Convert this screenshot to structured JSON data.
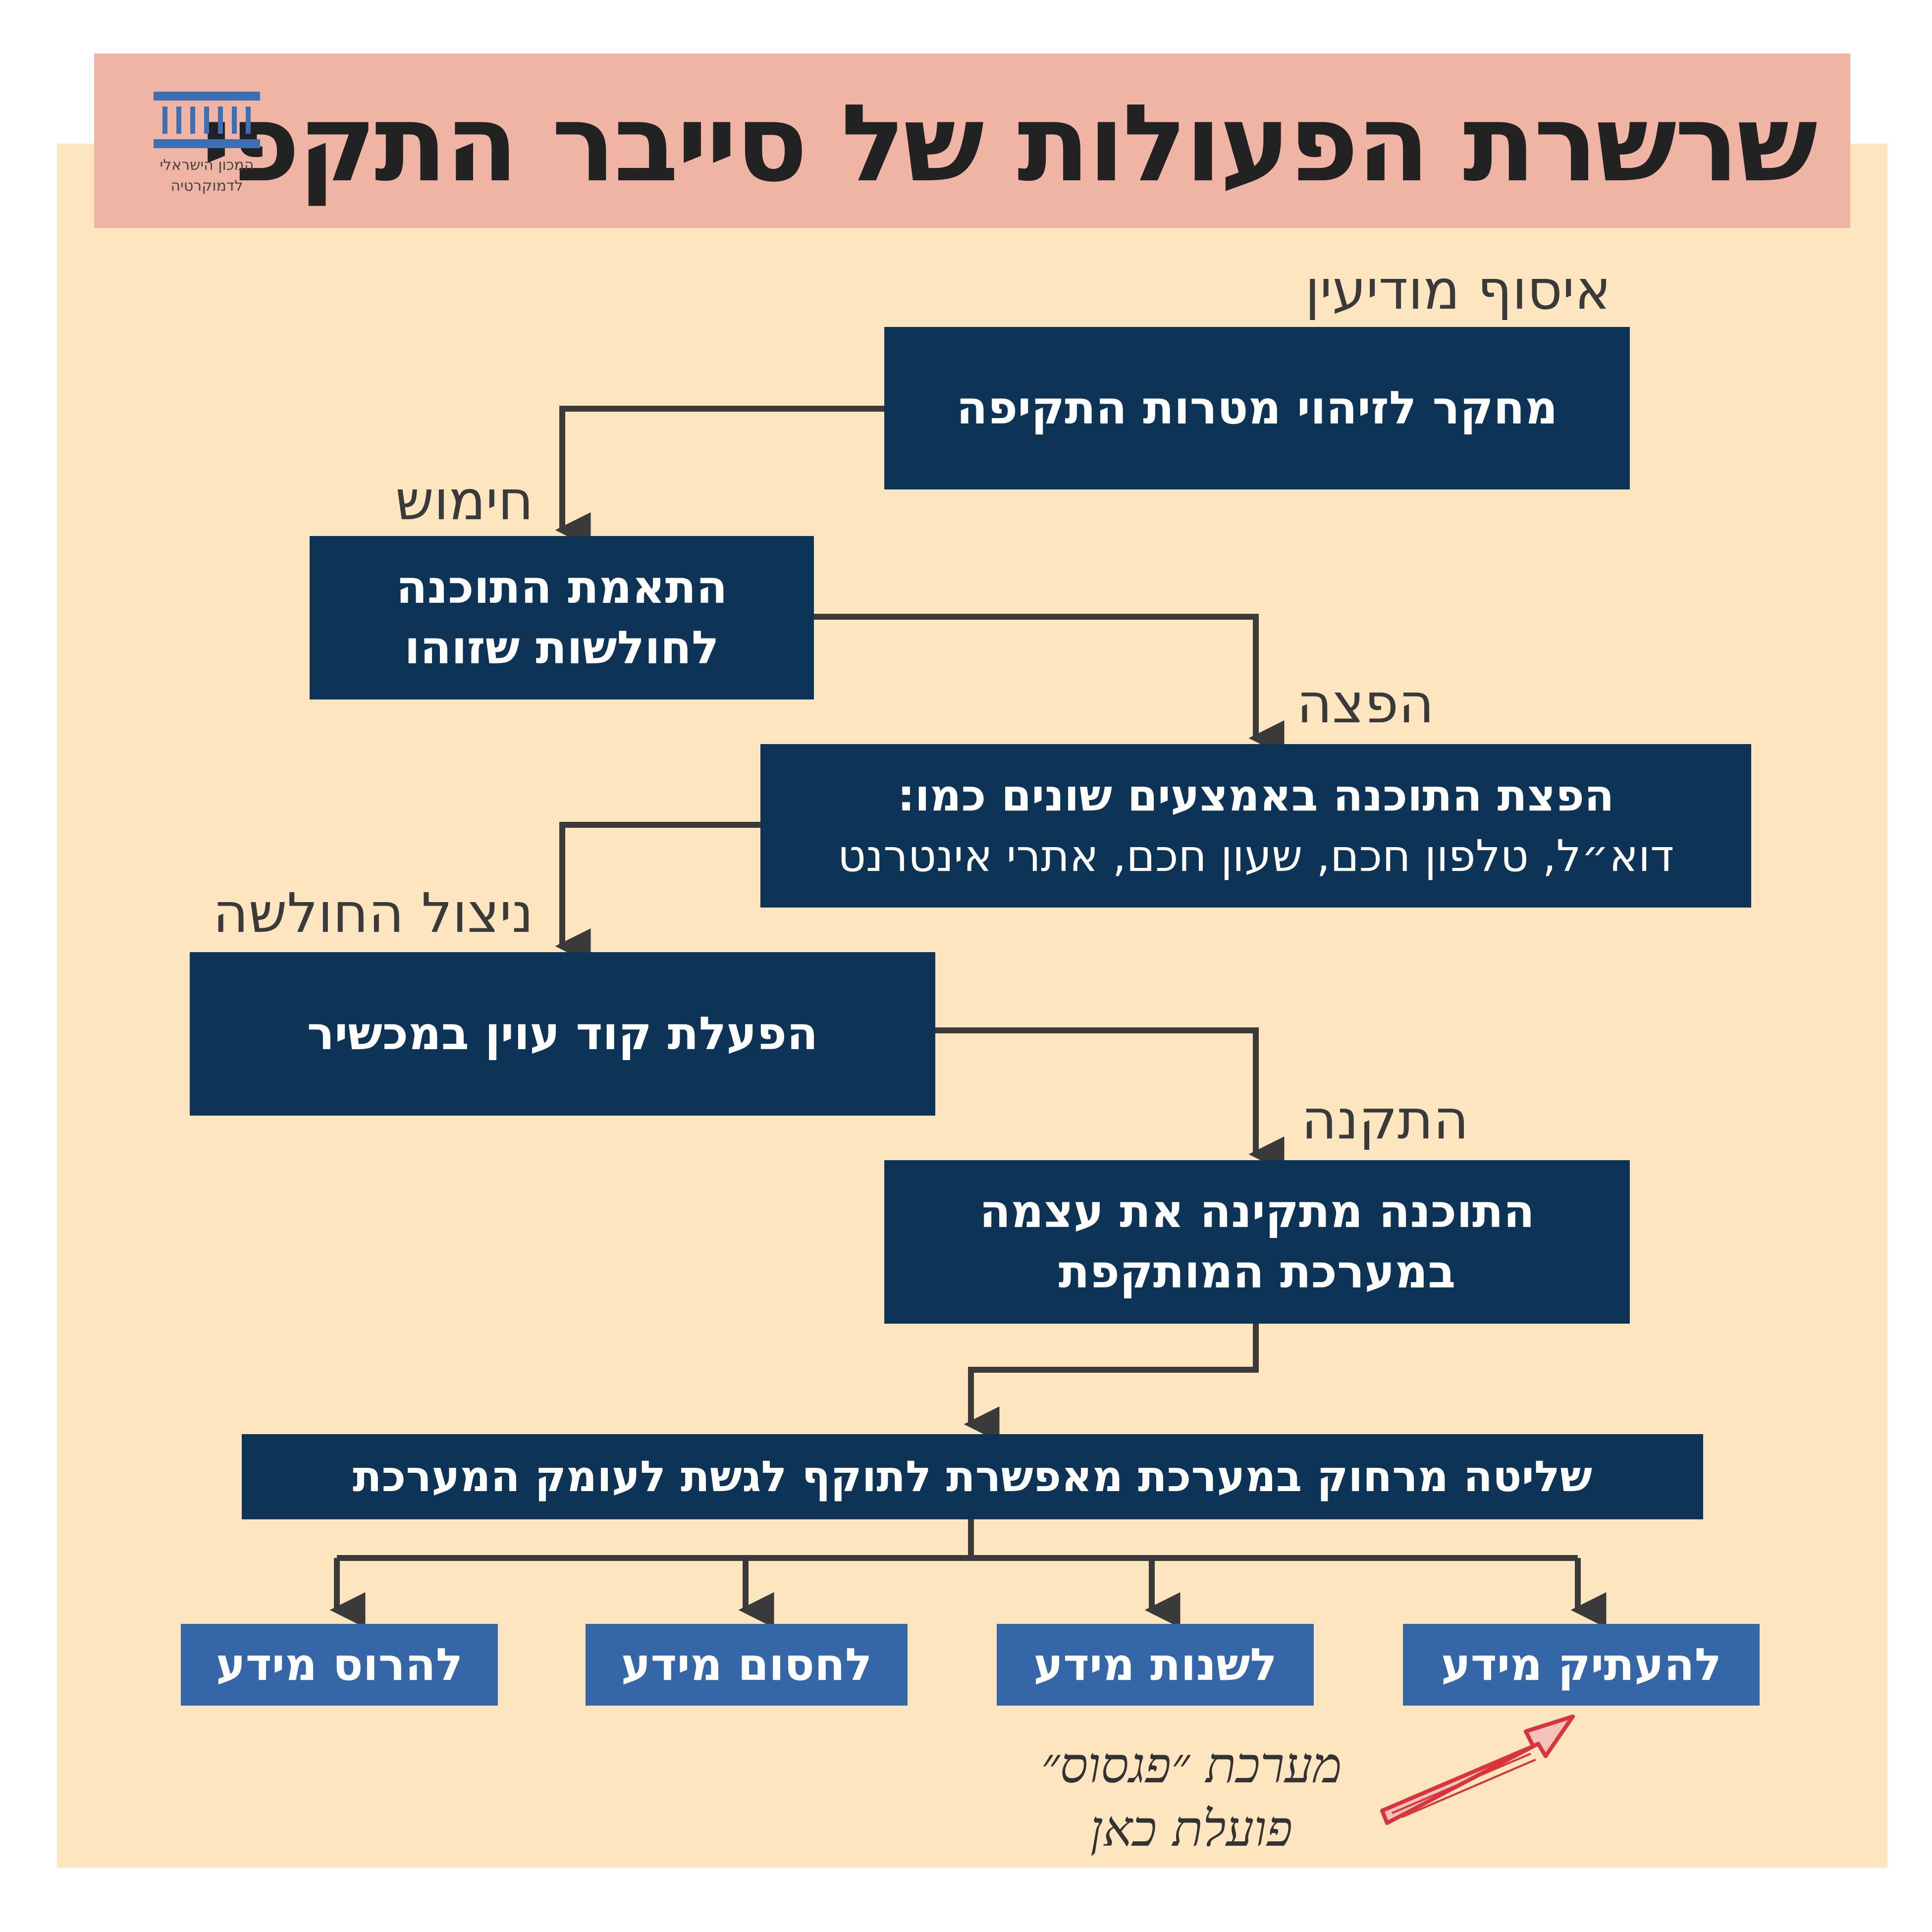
{
  "header": {
    "title": "שרשרת הפעולות של סייבר התקפי",
    "logo_line1": "המכון הישראלי",
    "logo_line2": "לדמוקרטיה"
  },
  "steps": [
    {
      "stage": "איסוף מודיעין",
      "lines": [
        "מחקר לזיהוי מטרות התקיפה"
      ]
    },
    {
      "stage": "חימוש",
      "lines": [
        "התאמת התוכנה",
        "לחולשות שזוהו"
      ]
    },
    {
      "stage": "הפצה",
      "lines": [
        "הפצת התוכנה באמצעים שונים כמו:",
        "דוא״ל, טלפון חכם, שעון חכם, אתרי אינטרנט"
      ]
    },
    {
      "stage": "ניצול החולשה",
      "lines": [
        "הפעלת קוד עוין במכשיר"
      ]
    },
    {
      "stage": "התקנה",
      "lines": [
        "התוכנה מתקינה את עצמה",
        "במערכת המותקפת"
      ]
    }
  ],
  "control": {
    "label": "שליטה מרחוק במערכת מאפשרת לתוקף לגשת לעומק המערכת"
  },
  "outcomes": [
    "להעתיק מידע",
    "לשנות מידע",
    "לחסום מידע",
    "להרוס מידע"
  ],
  "annotation": {
    "line1": "מערכת ״פגסוס״",
    "line2": "פועלת כאן"
  },
  "colors": {
    "background": "#fde6bf",
    "title_bar": "#f0b4a4",
    "step_box": "#0d3456",
    "outcome_box": "#3567a8",
    "connector": "#3a3a3a",
    "pointer_arrow": "#d9343c",
    "logo": "#3d6fb4"
  }
}
